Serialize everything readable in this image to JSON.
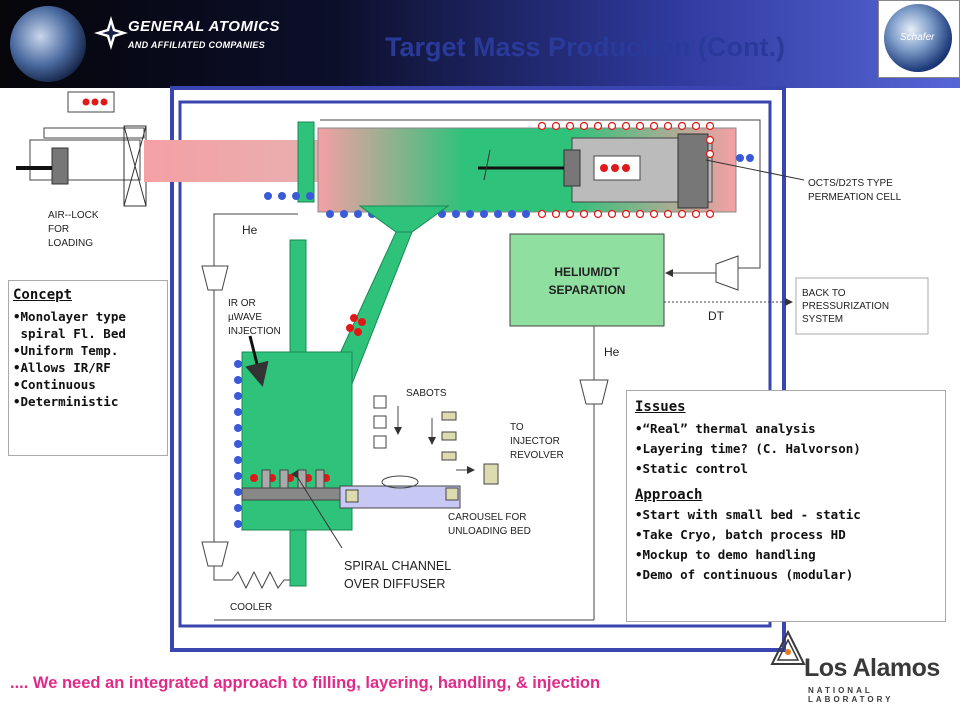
{
  "header": {
    "company": "GENERAL ATOMICS",
    "company_sub": "AND AFFILIATED COMPANIES",
    "title": "Target Mass Production (Cont.)",
    "corner_logo_text": "Schafer"
  },
  "diagram": {
    "air_lock": [
      "AIR--LOCK",
      "FOR",
      "LOADING"
    ],
    "perm_cell": [
      "OCTS/D2TS TYPE",
      "PERMEATION CELL"
    ],
    "he_top": "He",
    "he_right": "He",
    "separation": [
      "HELIUM/DT",
      "SEPARATION"
    ],
    "back_to": [
      "BACK TO",
      "PRESSURIZATION",
      "SYSTEM"
    ],
    "dt": "DT",
    "ir_wave": [
      "IR OR",
      "µWAVE",
      "INJECTION"
    ],
    "sabots": "SABOTS",
    "to_injector": [
      "TO",
      "INJECTOR",
      "REVOLVER"
    ],
    "carousel": [
      "CAROUSEL FOR",
      "UNLOADING BED"
    ],
    "spiral": [
      "SPIRAL CHANNEL",
      "OVER DIFFUSER"
    ],
    "cooler": "COOLER"
  },
  "concept": {
    "heading": "Concept",
    "items": [
      "•Monolayer type",
      " spiral Fl. Bed",
      "•Uniform Temp.",
      "•Allows IR/RF",
      "•Continuous",
      "•Deterministic"
    ]
  },
  "issues": {
    "heading": "Issues",
    "items": [
      "•“Real” thermal analysis",
      "•Layering time? (C. Halvorson)",
      "•Static control"
    ]
  },
  "approach": {
    "heading": "Approach",
    "items": [
      "•Start with small bed - static",
      "•Take Cryo, batch process HD",
      "•Mockup to demo handling",
      "•Demo of continuous (modular)"
    ]
  },
  "footer": {
    "message": ".... We need an integrated approach to filling, layering, handling, & injection",
    "lab_name": "Los Alamos",
    "lab_sub": "NATIONAL LABORATORY"
  },
  "colors": {
    "title": "#2a3a9a",
    "frame": "#3a46b0",
    "green": "#2ec27a",
    "pink": "#f4a0a4",
    "separation_fill": "#8fe0a0",
    "dot_blue": "#3a5ad8",
    "dot_red": "#e01818",
    "footer_text": "#e02a8a"
  }
}
